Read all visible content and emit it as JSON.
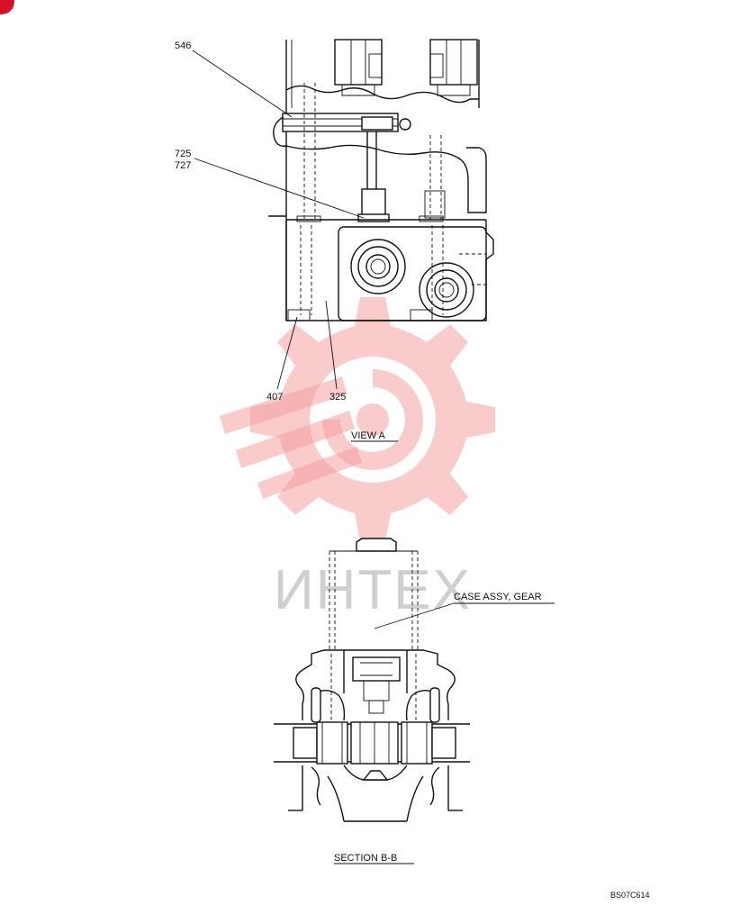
{
  "labels": {
    "c546": "546",
    "c725": "725",
    "c727": "727",
    "c407": "407",
    "c325": "325",
    "view_a": "VIEW   A",
    "case_assy": "CASE ASSY, GEAR",
    "section_bb": "SECTION   B-B",
    "drawing_code": "BS07C614"
  },
  "watermark": {
    "text": "ИНТЕХ",
    "color": "#f4a0a0"
  },
  "colors": {
    "line": "#111111",
    "corner_badge": "#d6122b"
  },
  "icons": {
    "corner": "corner-badge-icon"
  }
}
